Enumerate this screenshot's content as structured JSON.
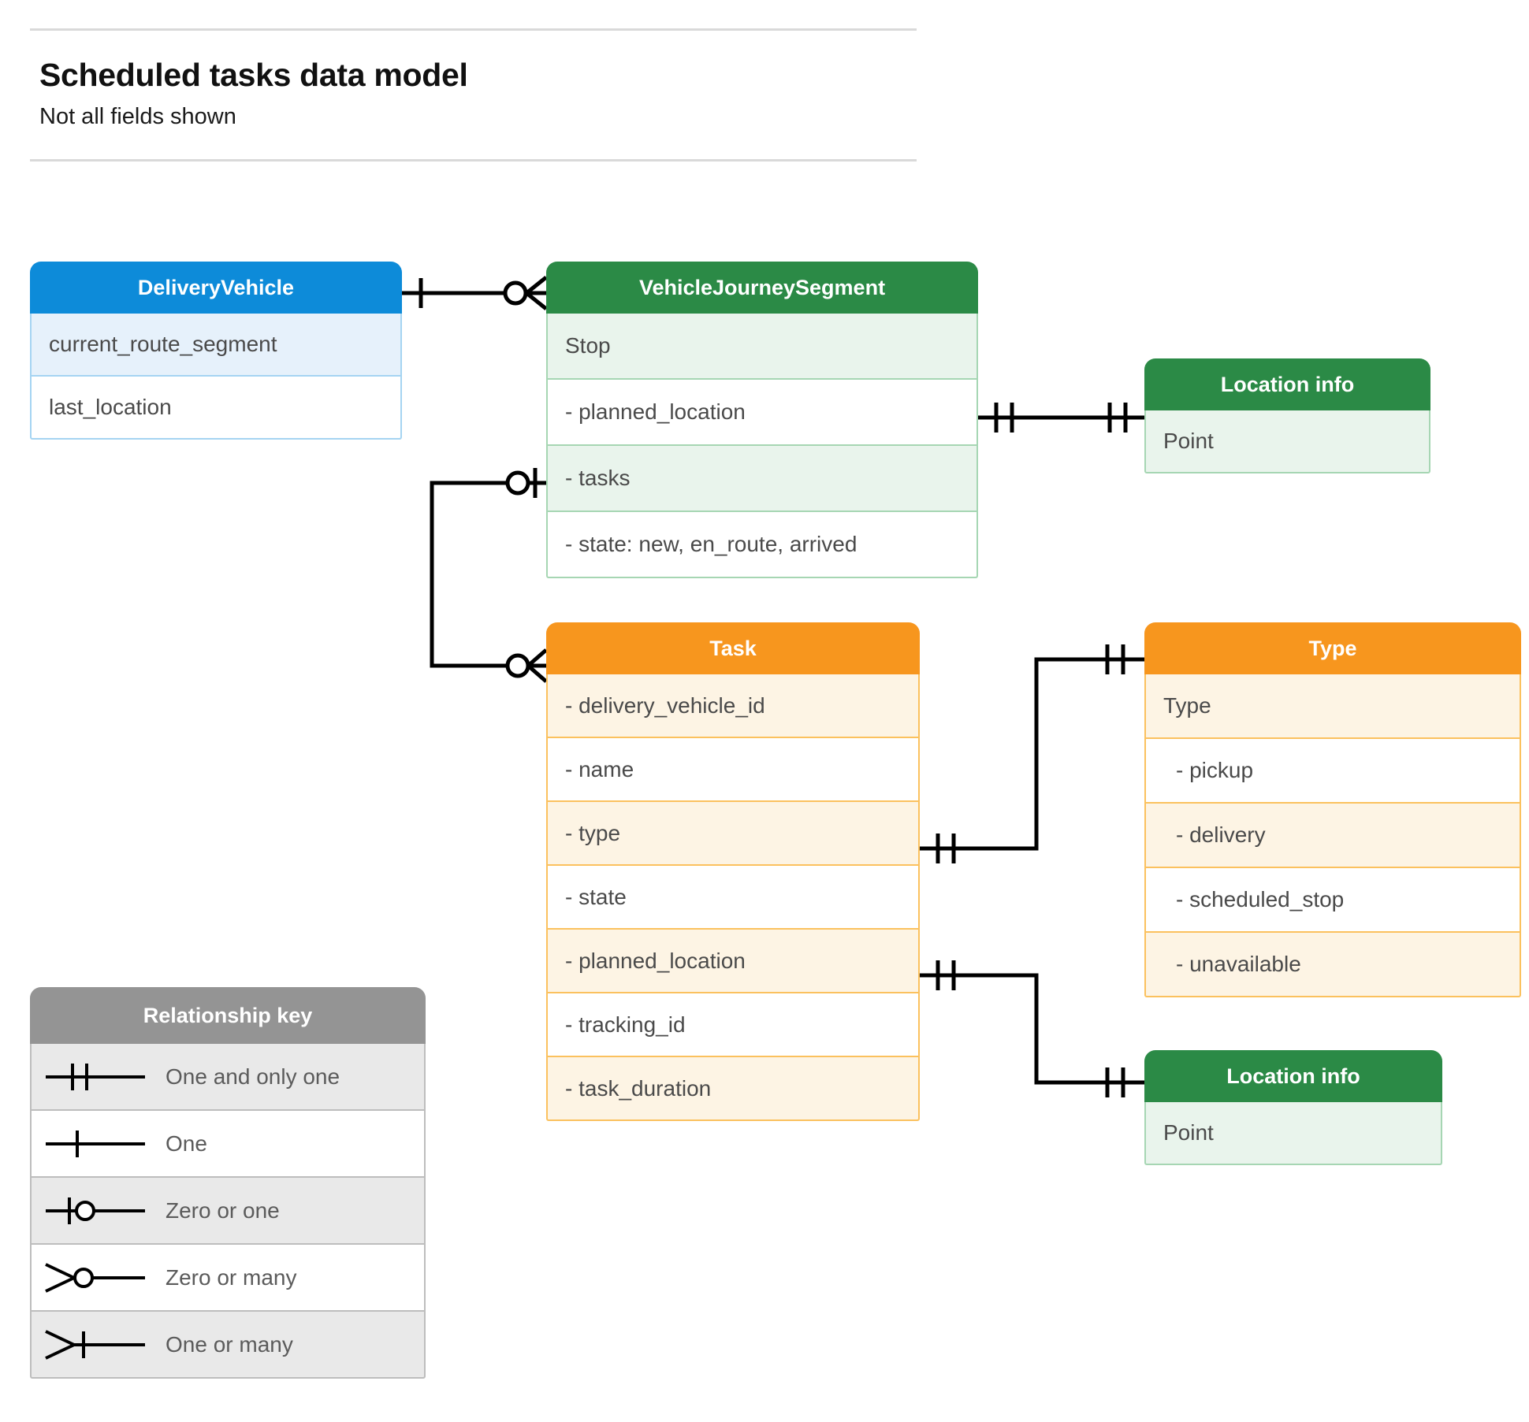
{
  "header": {
    "title": "Scheduled tasks data model",
    "subtitle": "Not all fields shown"
  },
  "colors": {
    "blue_header": "#0d8bd9",
    "blue_row": "#e6f1fb",
    "blue_border": "#a5d4f2",
    "green_header": "#2b8a46",
    "green_row": "#e9f4ec",
    "green_border": "#a6d6b3",
    "orange_header": "#f7961e",
    "orange_row": "#fdf4e4",
    "orange_border": "#fbc15e",
    "grey_header": "#949494",
    "grey_row": "#e9e9e9",
    "grey_border": "#bdbdbd",
    "connector": "#000000",
    "rule": "#d9d9d9"
  },
  "entities": {
    "delivery_vehicle": {
      "title": "DeliveryVehicle",
      "rows": [
        "current_route_segment",
        "last_location"
      ]
    },
    "vehicle_journey_segment": {
      "title": "VehicleJourneySegment",
      "rows": [
        "Stop",
        "-  planned_location",
        "- tasks",
        "- state: new, en_route, arrived"
      ]
    },
    "location_info_top": {
      "title": "Location info",
      "rows": [
        "Point"
      ]
    },
    "task": {
      "title": "Task",
      "rows": [
        "- delivery_vehicle_id",
        "- name",
        "- type",
        "- state",
        "- planned_location",
        "- tracking_id",
        "- task_duration"
      ]
    },
    "type": {
      "title": "Type",
      "rows": [
        "Type",
        "-   pickup",
        "-   delivery",
        "-   scheduled_stop",
        "-   unavailable"
      ]
    },
    "location_info_bottom": {
      "title": "Location info",
      "rows": [
        "Point"
      ]
    }
  },
  "legend": {
    "title": "Relationship key",
    "items": [
      {
        "symbol": "one-and-only-one",
        "label": "One and only one"
      },
      {
        "symbol": "one",
        "label": "One"
      },
      {
        "symbol": "zero-or-one",
        "label": "Zero or one"
      },
      {
        "symbol": "zero-or-many",
        "label": "Zero or many"
      },
      {
        "symbol": "one-or-many",
        "label": "One or many"
      }
    ]
  },
  "relationships": [
    {
      "from": "DeliveryVehicle",
      "from_cardinality": "one",
      "to": "VehicleJourneySegment",
      "to_cardinality": "zero-or-many"
    },
    {
      "from": "VehicleJourneySegment.planned_location",
      "from_cardinality": "one-and-only-one",
      "to": "Location info",
      "to_cardinality": "one-and-only-one"
    },
    {
      "from": "VehicleJourneySegment.tasks",
      "from_cardinality": "zero-or-one",
      "to": "Task",
      "to_cardinality": "zero-or-many"
    },
    {
      "from": "Task.type",
      "from_cardinality": "one-and-only-one",
      "to": "Type",
      "to_cardinality": "one-and-only-one"
    },
    {
      "from": "Task.planned_location",
      "from_cardinality": "one-and-only-one",
      "to": "Location info",
      "to_cardinality": "one-and-only-one"
    }
  ]
}
